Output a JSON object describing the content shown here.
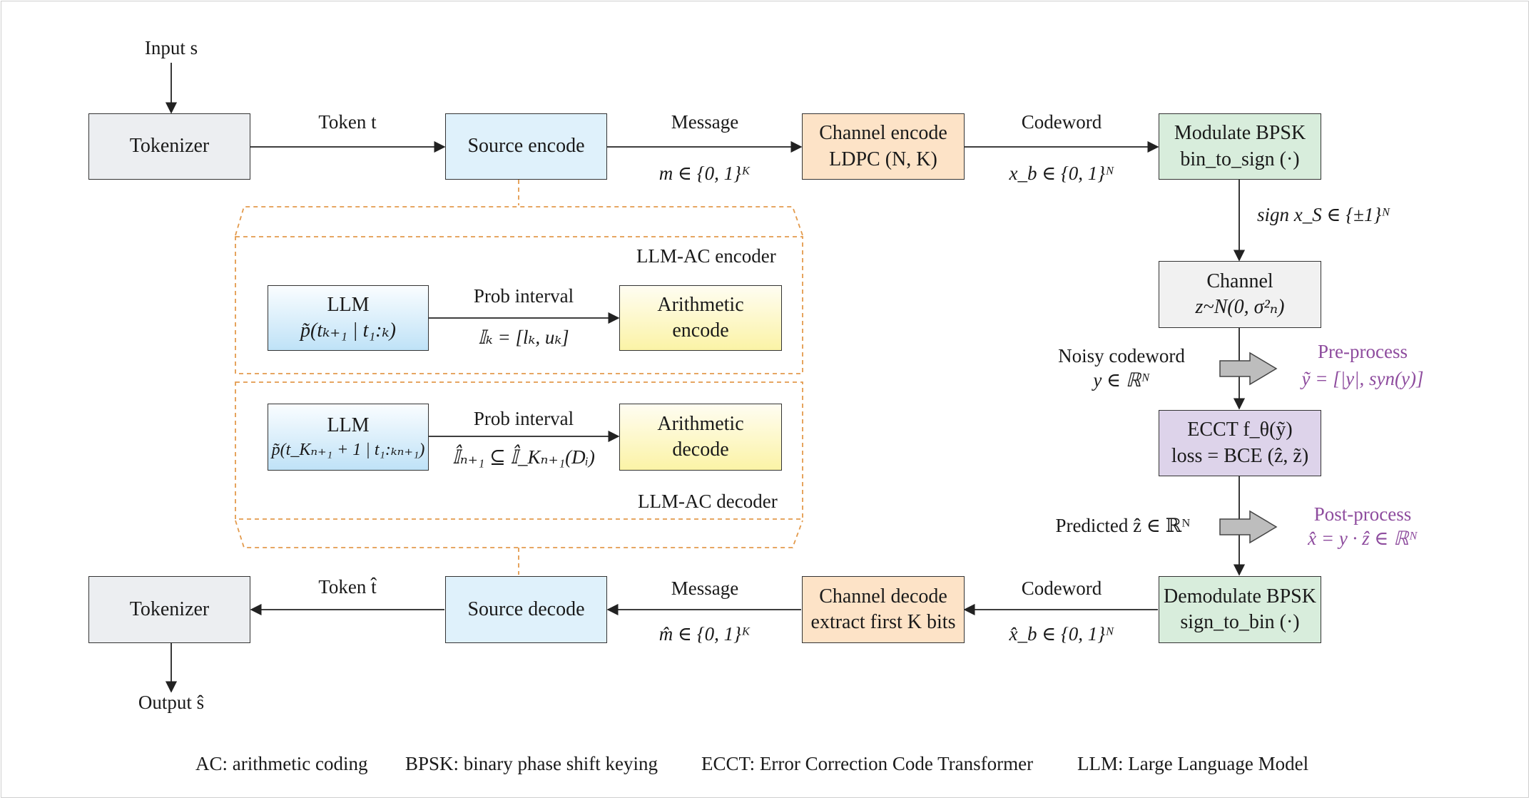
{
  "nodes": {
    "tokenizer_top": "Tokenizer",
    "source_encode": "Source encode",
    "channel_encode": [
      "Channel encode",
      "LDPC (N, K)"
    ],
    "modulate": [
      "Modulate BPSK",
      "bin_to_sign (·)"
    ],
    "channel": [
      "Channel",
      "z~N(0, σ²ₙ)"
    ],
    "ecct": [
      "ECCT f_θ(ỹ)",
      "loss = BCE (ẑ, z̃)"
    ],
    "demodulate": [
      "Demodulate BPSK",
      "sign_to_bin (·)"
    ],
    "channel_decode": [
      "Channel decode",
      "extract first K bits"
    ],
    "source_decode": "Source decode",
    "tokenizer_bottom": "Tokenizer",
    "llm_enc": [
      "LLM",
      "p̃(tₖ₊₁ | t₁:ₖ)"
    ],
    "arith_encode": [
      "Arithmetic",
      "encode"
    ],
    "llm_dec": [
      "LLM",
      "p̃(t_Kₙ₊₁ + 1 | t₁:ₖₙ₊₁)"
    ],
    "arith_decode": [
      "Arithmetic",
      "decode"
    ]
  },
  "labels": {
    "input": "Input s",
    "output": "Output ŝ",
    "token_top": "Token t",
    "token_bottom": "Token t̂",
    "message_top": "Message",
    "message_top_math": "m ∈ {0, 1}ᴷ",
    "codeword_top": "Codeword",
    "codeword_top_math": "x_b ∈ {0, 1}ᴺ",
    "sign": "sign x_S ∈ {±1}ᴺ",
    "noisy": "Noisy codeword",
    "noisy_math": "y ∈ ℝᴺ",
    "preprocess": "Pre-process",
    "preprocess_math": "ỹ = [|y|, syn(y)]",
    "predicted": "Predicted ẑ ∈ ℝᴺ",
    "postprocess": "Post-process",
    "postprocess_math": "x̂ = y · ẑ ∈ ℝᴺ",
    "message_bottom": "Message",
    "message_bottom_math": "m̂ ∈ {0, 1}ᴷ",
    "codeword_bottom": "Codeword",
    "codeword_bottom_math": "x̂_b ∈ {0, 1}ᴺ",
    "enc_group": "LLM-AC encoder",
    "dec_group": "LLM-AC decoder",
    "prob_interval_enc": "Prob interval",
    "interval_enc_math": "𝕀ₖ = [lₖ, uₖ]",
    "prob_interval_dec": "Prob interval",
    "interval_dec_math": "𝕀̂ₙ₊₁ ⊆ 𝕀̂_Kₙ₊₁(Dᵢ)"
  },
  "legend": [
    "AC: arithmetic coding",
    "BPSK: binary phase shift keying",
    "ECCT: Error Correction Code Transformer",
    "LLM: Large Language Model"
  ],
  "colors": {
    "accent_purple": "#8e4c9e",
    "dashed_orange": "#e39a4c",
    "tokenizer_fill": "#eceef1",
    "source_fill": "#dff1fb",
    "channel_code_fill": "#fde3c7",
    "bpsk_fill": "#d8eddc",
    "ecct_fill": "#ddd3ea"
  }
}
